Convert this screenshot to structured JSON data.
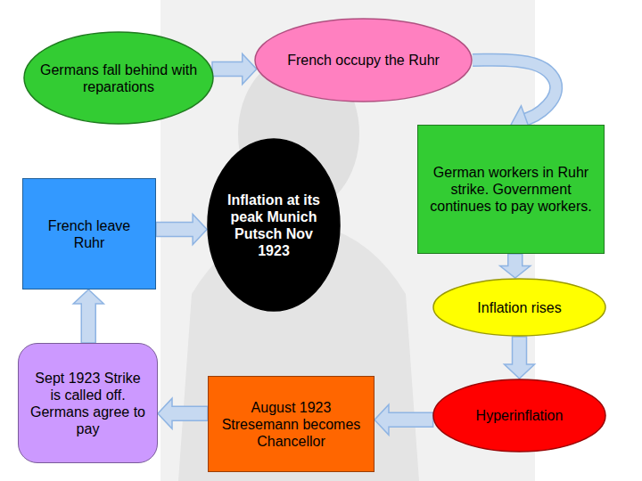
{
  "diagram": {
    "nodes": [
      {
        "text": [
          "Germans fall behind with reparations"
        ]
      },
      {
        "text": [
          "French occupy the Ruhr"
        ]
      },
      {
        "text": [
          "German workers in Ruhr strike. Government continues to pay workers."
        ]
      },
      {
        "text": [
          "French leave Ruhr"
        ]
      },
      {
        "text": [
          "Inflation at its peak Munich Putsch Nov 1923"
        ]
      },
      {
        "text": [
          "Inflation rises"
        ]
      },
      {
        "text": [
          "Sept 1923 Strike is called off. Germans agree to pay"
        ]
      },
      {
        "text": [
          "August 1923 Stresemann becomes Chancellor"
        ]
      },
      {
        "text": [
          "Hyperinflation"
        ]
      }
    ],
    "edges": [
      {
        "from": 0,
        "to": 1,
        "arrow": "to"
      },
      {
        "from": 1,
        "to": 2,
        "arrow": "to"
      },
      {
        "from": 2,
        "to": 5,
        "arrow": "to"
      },
      {
        "from": 5,
        "to": 8,
        "arrow": "to"
      },
      {
        "from": 8,
        "to": 7,
        "arrow": "to"
      },
      {
        "from": 7,
        "to": 6,
        "arrow": "to"
      },
      {
        "from": 6,
        "to": 3,
        "arrow": "to"
      },
      {
        "from": 3,
        "to": 4,
        "arrow": "to"
      }
    ]
  }
}
